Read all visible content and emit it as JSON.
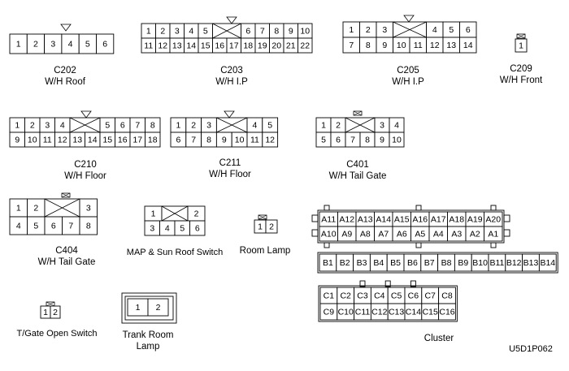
{
  "connectors": [
    {
      "id": "c202",
      "code": "C202",
      "name": "W/H Roof",
      "pins": [
        "1",
        "2",
        "3",
        "4",
        "5",
        "6"
      ]
    },
    {
      "id": "c203",
      "code": "C203",
      "name": "W/H I.P",
      "pins": [
        "1",
        "2",
        "3",
        "4",
        "5",
        "6",
        "7",
        "8",
        "9",
        "10",
        "11",
        "12",
        "13",
        "14",
        "15",
        "16",
        "17",
        "18",
        "19",
        "20",
        "21",
        "22"
      ]
    },
    {
      "id": "c205",
      "code": "C205",
      "name": "W/H I.P",
      "pins": [
        "1",
        "2",
        "3",
        "4",
        "5",
        "6",
        "7",
        "8",
        "9",
        "10",
        "11",
        "12",
        "13",
        "14"
      ]
    },
    {
      "id": "c209",
      "code": "C209",
      "name": "W/H Front",
      "pins": [
        "1"
      ]
    },
    {
      "id": "c210",
      "code": "C210",
      "name": "W/H Floor",
      "pins": [
        "1",
        "2",
        "3",
        "4",
        "5",
        "6",
        "7",
        "8",
        "9",
        "10",
        "11",
        "12",
        "13",
        "14",
        "15",
        "16",
        "17",
        "18"
      ]
    },
    {
      "id": "c211",
      "code": "C211",
      "name": "W/H Floor",
      "pins": [
        "1",
        "2",
        "3",
        "4",
        "5",
        "6",
        "7",
        "8",
        "9",
        "10",
        "11",
        "12"
      ]
    },
    {
      "id": "c401",
      "code": "C401",
      "name": "W/H Tail Gate",
      "pins": [
        "1",
        "2",
        "3",
        "4",
        "5",
        "6",
        "7",
        "8",
        "9",
        "10"
      ]
    },
    {
      "id": "c404",
      "code": "C404",
      "name": "W/H Tail Gate",
      "pins": [
        "1",
        "2",
        "3",
        "4",
        "5",
        "6",
        "7",
        "8"
      ]
    },
    {
      "id": "map",
      "code": "",
      "name": "MAP & Sun Roof Switch",
      "pins": [
        "1",
        "2",
        "3",
        "4",
        "5",
        "6"
      ]
    },
    {
      "id": "room",
      "code": "",
      "name": "Room  Lamp",
      "pins": [
        "1",
        "2"
      ]
    },
    {
      "id": "tgate",
      "code": "",
      "name": "T/Gate Open Switch",
      "pins": [
        "1",
        "2"
      ]
    },
    {
      "id": "trank",
      "code": "",
      "name": "Trank Room Lamp",
      "pins": [
        "1",
        "2"
      ]
    },
    {
      "id": "cluster",
      "code": "",
      "name": "Cluster",
      "pins": [
        "A11",
        "A12",
        "A13",
        "A14",
        "A15",
        "A16",
        "A17",
        "A18",
        "A19",
        "A20",
        "A10",
        "A9",
        "A8",
        "A7",
        "A6",
        "A5",
        "A4",
        "A3",
        "A2",
        "A1",
        "B1",
        "B2",
        "B3",
        "B4",
        "B5",
        "B6",
        "B7",
        "B8",
        "B9",
        "B10",
        "B11",
        "B12",
        "B13",
        "B14",
        "C1",
        "C2",
        "C3",
        "C4",
        "C5",
        "C6",
        "C7",
        "C8",
        "C9",
        "C10",
        "C11",
        "C12",
        "C13",
        "C14",
        "C15",
        "C16"
      ]
    }
  ],
  "figure_id": "U5D1P062"
}
